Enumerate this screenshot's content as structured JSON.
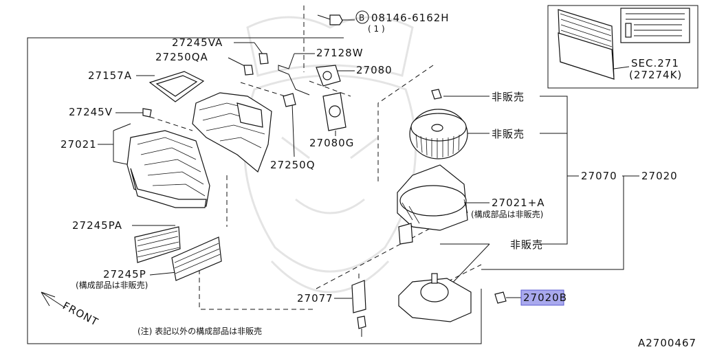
{
  "diagram": {
    "bolt_code": "08146-6162H",
    "bolt_code_prefix": "B",
    "bolt_qty": "( 1 )",
    "sec_ref": "SEC.271",
    "sec_sub": "(27274K)",
    "labels": {
      "l_27245VA": "27245VA",
      "l_27250QA": "27250QA",
      "l_27157A": "27157A",
      "l_27245V": "27245V",
      "l_27021": "27021",
      "l_27128W": "27128W",
      "l_27080": "27080",
      "l_27080G": "27080G",
      "l_27250Q": "27250Q",
      "l_27245PA": "27245PA",
      "l_27245P": "27245P",
      "l_27245P_note": "(構成部品は非販売)",
      "l_27077": "27077",
      "l_nfs1": "非販売",
      "l_nfs2": "非販売",
      "l_nfs3": "非販売",
      "l_27070": "27070",
      "l_27020": "27020",
      "l_27021A": "27021+A",
      "l_27021A_note": "(構成部品は非販売)",
      "l_27020B": "27020B",
      "front": "FRONT",
      "footnote": "(注) 表記以外の構成部品は非販売",
      "diagram_id": "A2700467"
    },
    "highlight_color": "#a9a9ee"
  }
}
